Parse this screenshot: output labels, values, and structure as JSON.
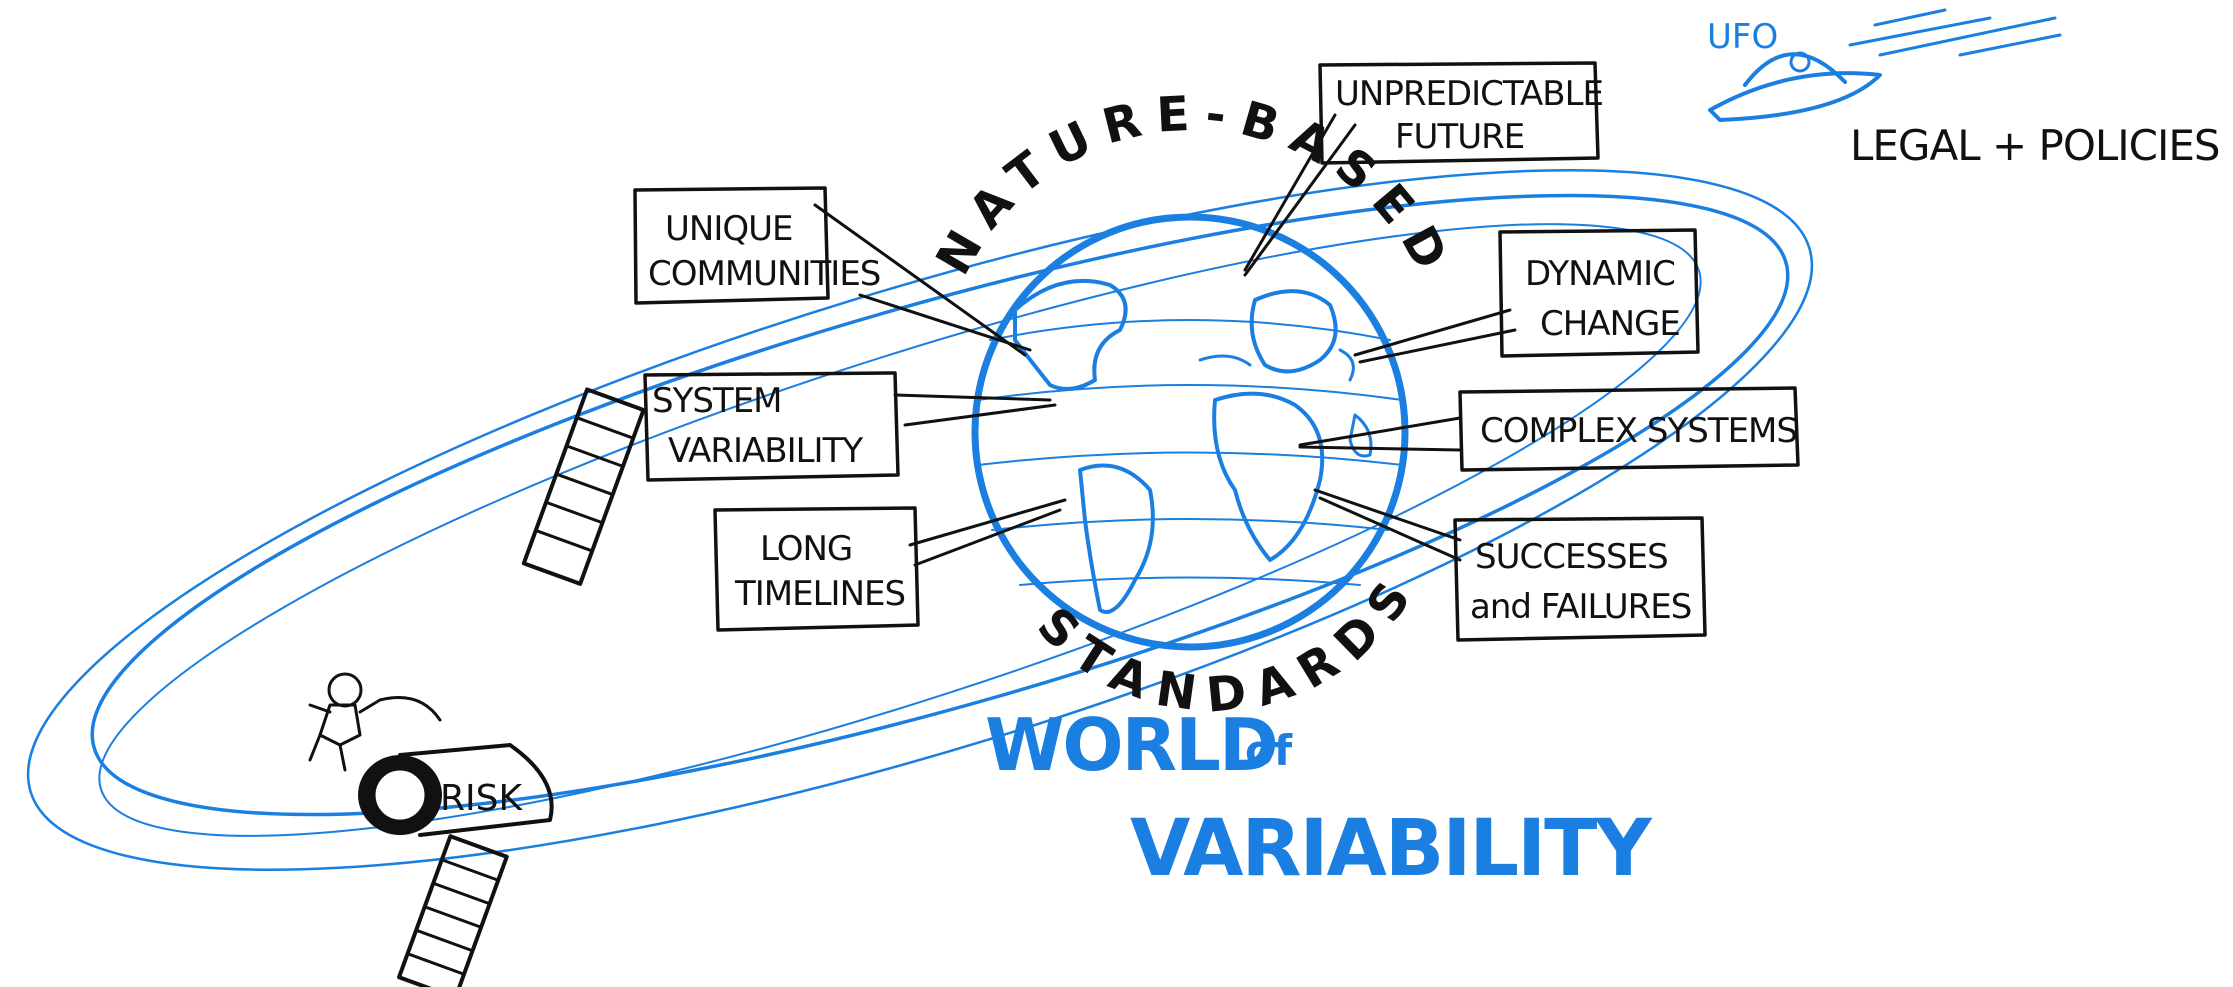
{
  "arc_top": "NATURE-BASED",
  "arc_bottom": "STANDARDS",
  "title": {
    "line1": "WORLD",
    "of": "of",
    "line2": "VARIABILITY"
  },
  "ufo": {
    "label": "UFO",
    "caption": "LEGAL + POLICIES"
  },
  "satellite": {
    "label": "RISK"
  },
  "callouts": [
    {
      "id": "unique-communities",
      "lines": [
        "UNIQUE",
        "COMMUNITIES"
      ]
    },
    {
      "id": "system-variability",
      "lines": [
        "SYSTEM",
        "VARIABILITY"
      ]
    },
    {
      "id": "long-timelines",
      "lines": [
        "LONG",
        "TIMELINES"
      ]
    },
    {
      "id": "unpredictable-future",
      "lines": [
        "UNPREDICTABLE",
        "FUTURE"
      ]
    },
    {
      "id": "dynamic-change",
      "lines": [
        "DYNAMIC",
        "CHANGE"
      ]
    },
    {
      "id": "complex-systems",
      "lines": [
        "COMPLEX SYSTEMS"
      ]
    },
    {
      "id": "successes-failures",
      "lines": [
        "SUCCESSES",
        "and FAILURES"
      ]
    }
  ],
  "colors": {
    "ink": "#111111",
    "accent": "#1a7fe0"
  },
  "icons": [
    "globe-icon",
    "satellite-icon",
    "ufo-icon",
    "astronaut-icon"
  ]
}
